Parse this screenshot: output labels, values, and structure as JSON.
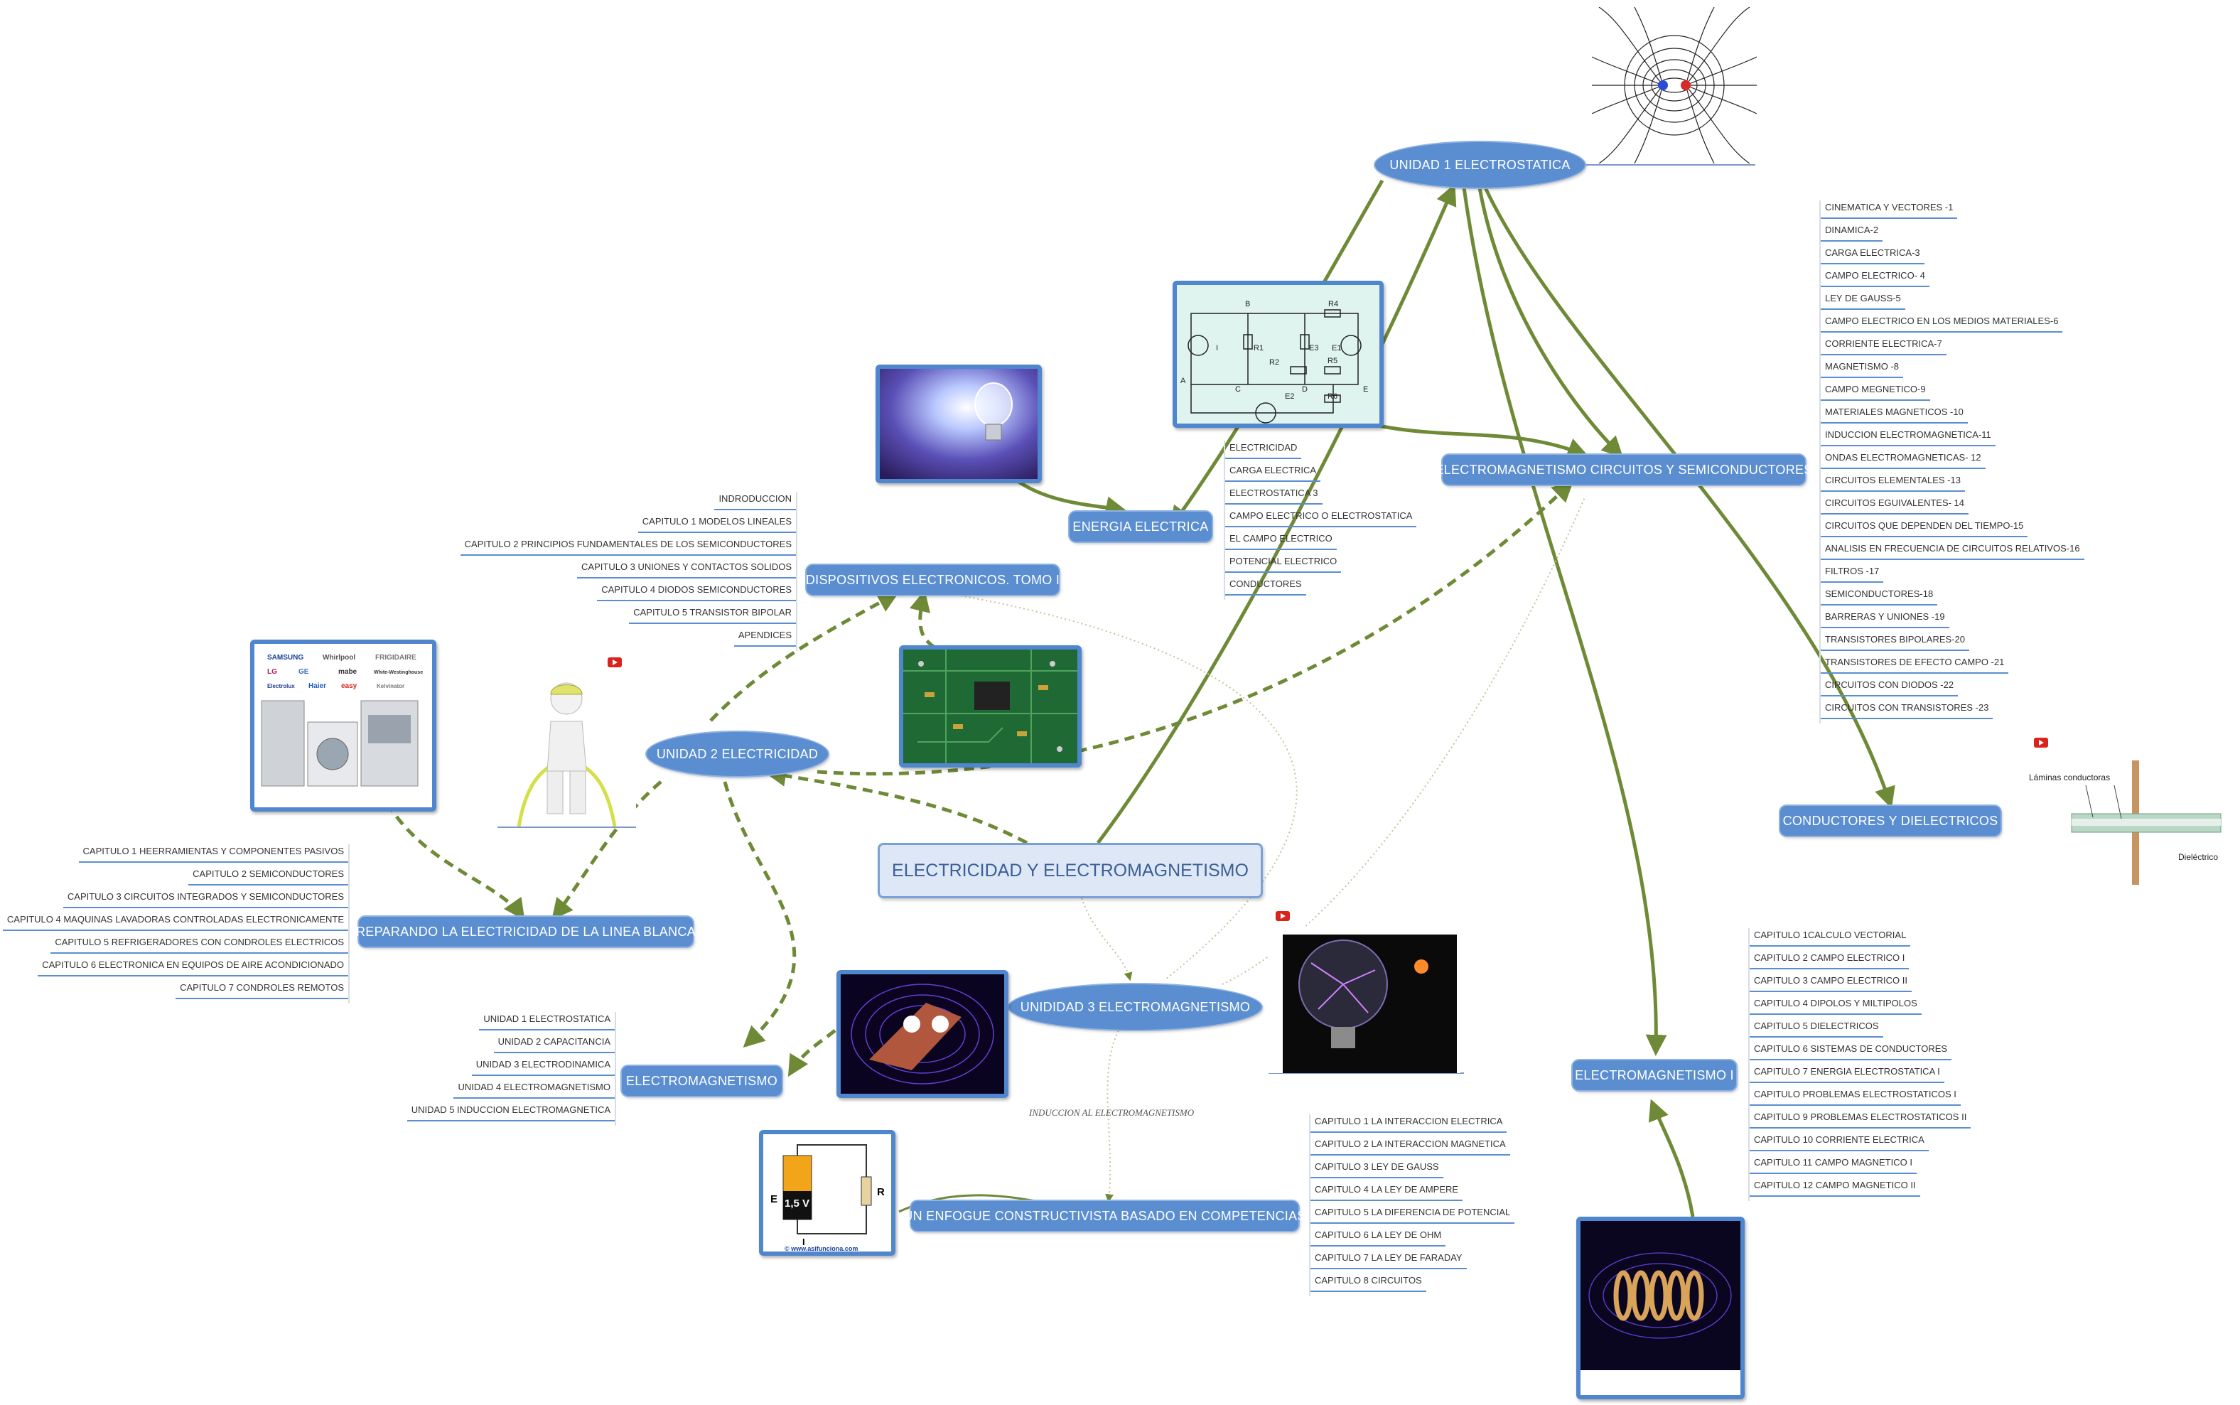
{
  "central_topic": "ELECTRICIDAD Y ELECTROMAGNETISMO",
  "topics": {
    "unidad1": "UNIDAD 1 ELECTROSTATICA",
    "unidad2": "UNIDAD 2 ELECTRICIDAD",
    "unidad3": "UNIDIDAD 3 ELECTROMAGNETISMO",
    "energia": "ENERGIA ELECTRICA",
    "dispositivos": "DISPOSITIVOS ELECTRONICOS. TOMO I",
    "emcs": "ELECTROMAGNETISMO CIRCUITOS Y SEMICONDUCTORES",
    "conductores": "CONDUCTORES Y DIELECTRICOS",
    "reparando": "REPARANDO LA ELECTRICIDAD DE LA LINEA BLANCA",
    "electromagnetismo": "ELECTROMAGNETISMO",
    "em1": "ELECTROMAGNETISMO I",
    "enfoque": "UN ENFOGUE CONSTRUCTIVISTA BASADO EN COMPETENCIAS"
  },
  "leaves": {
    "energia": [
      "ELECTRICIDAD",
      "CARGA ELECTRICA",
      "ELECTROSTATICA 3",
      "CAMPO ELECTRICO O ELECTROSTATICA",
      "EL CAMPO ELECTRICO",
      "POTENCIAL ELECTRICO",
      "CONDUCTORES"
    ],
    "dispositivos": [
      "INDRODUCCION",
      "CAPITULO 1 MODELOS LINEALES",
      "CAPITULO 2 PRINCIPIOS FUNDAMENTALES DE LOS SEMICONDUCTORES",
      "CAPITULO 3 UNIONES Y CONTACTOS SOLIDOS",
      "CAPITULO 4 DIODOS SEMICONDUCTORES",
      "CAPITULO 5 TRANSISTOR BIPOLAR",
      "APENDICES"
    ],
    "emcs": [
      "CINEMATICA Y VECTORES -1",
      "DINAMICA-2",
      "CARGA ELECTRICA-3",
      "CAMPO ELECTRICO- 4",
      "LEY DE GAUSS-5",
      "CAMPO ELECTRICO EN LOS MEDIOS MATERIALES-6",
      "CORRIENTE ELECTRICA-7",
      "MAGNETISMO -8",
      "CAMPO MEGNETICO-9",
      "MATERIALES MAGNETICOS -10",
      "INDUCCION ELECTROMAGNETICA-11",
      "ONDAS ELECTROMAGNETICAS- 12",
      "CIRCUITOS ELEMENTALES -13",
      "CIRCUITOS EGUIVALENTES- 14",
      "CIRCUITOS QUE DEPENDEN DEL TIEMPO-15",
      "ANALISIS EN FRECUENCIA DE CIRCUITOS RELATIVOS-16",
      "FILTROS -17",
      "SEMICONDUCTORES-18",
      "BARRERAS Y UNIONES -19",
      "TRANSISTORES BIPOLARES-20",
      "TRANSISTORES DE EFECTO CAMPO -21",
      "CIRCUITOS CON DIODOS -22",
      "CIRCUITOS CON TRANSISTORES -23"
    ],
    "reparando": [
      "CAPITULO 1 HEERRAMIENTAS Y COMPONENTES PASIVOS",
      "CAPITULO 2 SEMICONDUCTORES",
      "CAPITULO 3 CIRCUITOS INTEGRADOS Y SEMICONDUCTORES",
      "CAPITULO 4 MAQUINAS LAVADORAS CONTROLADAS ELECTRONICAMENTE",
      "CAPITULO 5 REFRIGERADORES CON CONDROLES ELECTRICOS",
      "CAPITULO 6 ELECTRONICA EN EQUIPOS DE AIRE ACONDICIONADO",
      "CAPITULO 7 CONDROLES REMOTOS"
    ],
    "electromagnetismo": [
      "UNIDAD 1 ELECTROSTATICA",
      "UNIDAD 2 CAPACITANCIA",
      "UNIDAD 3 ELECTRODINAMICA",
      "UNIDAD 4 ELECTROMAGNETISMO",
      "UNIDAD 5 INDUCCION ELECTROMAGNETICA"
    ],
    "em1": [
      "CAPITULO 1CALCULO VECTORIAL",
      "CAPITULO 2 CAMPO ELECTRICO I",
      "CAPITULO 3 CAMPO ELECTRICO II",
      "CAPITULO 4 DIPOLOS Y MILTIPOLOS",
      "CAPITULO 5 DIELECTRICOS",
      "CAPITULO 6 SISTEMAS DE CONDUCTORES",
      "CAPITULO 7 ENERGIA ELECTROSTATICA I",
      "CAPITULO PROBLEMAS ELECTROSTATICOS I",
      "CAPITULO 9 PROBLEMAS ELECTROSTATICOS II",
      "CAPITULO 10 CORRIENTE ELECTRICA",
      "CAPITULO 11 CAMPO MAGNETICO I",
      "CAPITULO 12 CAMPO MAGNETICO II"
    ],
    "enfoque": [
      "CAPITULO 1 LA INTERACCION ELECTRICA",
      "CAPITULO 2 LA INTERACCION MAGNETICA",
      "CAPITULO 3 LEY DE GAUSS",
      "CAPITULO 4 LA LEY DE AMPERE",
      "CAPITULO 5 LA DIFERENCIA DE POTENCIAL",
      "CAPITULO 6 LA LEY DE OHM",
      "CAPITULO 7 LA LEY DE FARADAY",
      "CAPITULO 8 CIRCUITOS"
    ]
  },
  "relation_label": "INDUCCION AL ELECTROMAGNETISMO",
  "circuit_labels": {
    "b": "B",
    "r4": "R4",
    "i": "I",
    "r1": "R1",
    "e3": "E3",
    "e1": "E1",
    "r2": "R2",
    "r5": "R5",
    "a": "A",
    "c": "C",
    "d": "D",
    "e": "E",
    "e2": "E2",
    "r6": "R6"
  },
  "battery_labels": {
    "voltage": "1,5 V",
    "e": "E",
    "r": "R",
    "i": "I",
    "site": "© www.asifunciona.com"
  },
  "capacitor_labels": {
    "plates": "Láminas conductoras",
    "dielectric": "Dieléctrico"
  },
  "brand_labels": {
    "samsung": "SAMSUNG",
    "whirlpool": "Whirlpool",
    "frigidaire": "FRIGIDAIRE",
    "lg": "LG",
    "ge": "GE",
    "mabe": "mabe",
    "wh": "White-Westinghouse",
    "electrolux": "Electrolux",
    "haier": "Haier",
    "easy": "easy",
    "kelvinator": "Kelvinator"
  },
  "colors": {
    "topic": "#5b8ed1",
    "connector": "#6f8a37",
    "central_fill": "#dde7f5",
    "central_text": "#3b5f96"
  }
}
